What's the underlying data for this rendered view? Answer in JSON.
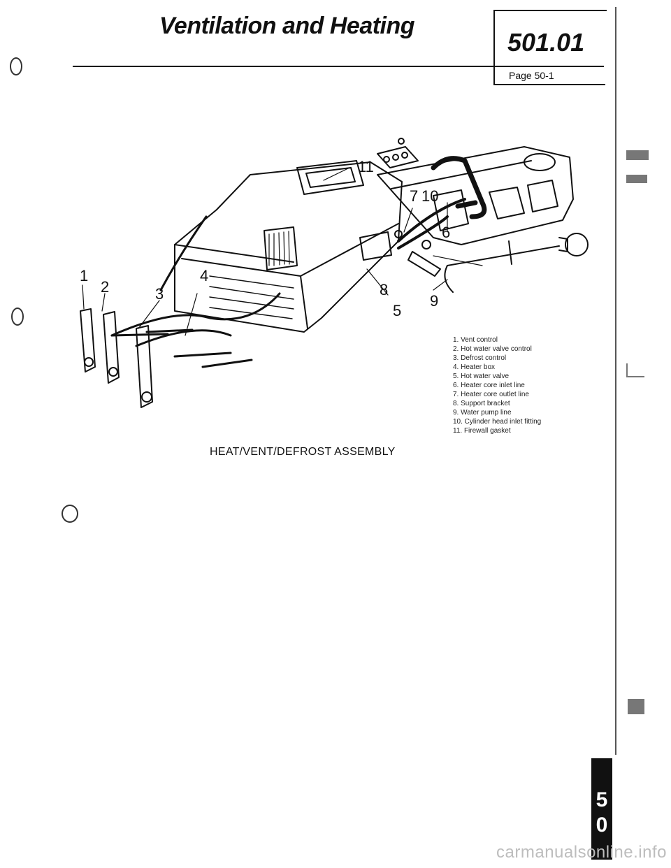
{
  "header": {
    "title": "Ventilation and Heating",
    "section_number": "501.01",
    "page_label": "Page 50-1"
  },
  "diagram": {
    "callouts": [
      "1",
      "2",
      "3",
      "4",
      "5",
      "6",
      "7",
      "8",
      "9",
      "10",
      "11"
    ],
    "caption": "HEAT/VENT/DEFROST ASSEMBLY"
  },
  "legend": {
    "items": [
      "1. Vent control",
      "2. Hot water valve control",
      "3. Defrost control",
      "4. Heater box",
      "5. Hot water valve",
      "6. Heater core inlet line",
      "7. Heater core outlet line",
      "8. Support bracket",
      "9. Water pump line",
      "10. Cylinder head inlet fitting",
      "11. Firewall gasket"
    ]
  },
  "section_tab": {
    "digit_1": "5",
    "digit_2": "0"
  },
  "watermark": "carmanualsonline.info"
}
